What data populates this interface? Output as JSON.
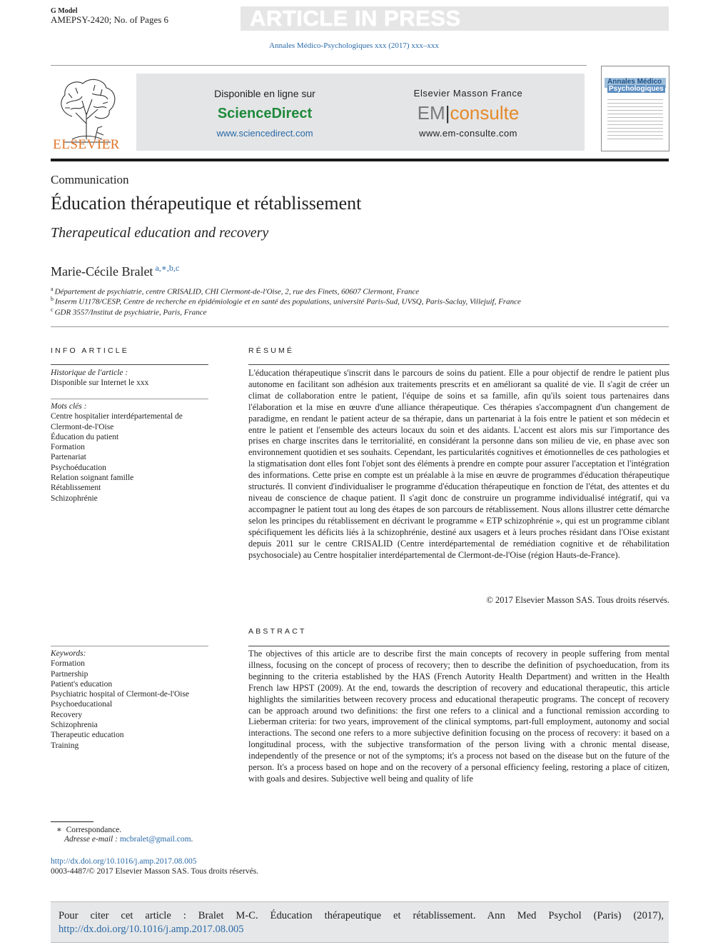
{
  "header": {
    "gmodel": "G Model",
    "code": "AMEPSY-2420; No. of Pages 6",
    "banner": "ARTICLE IN PRESS",
    "journal_line": "Annales Médico-Psychologiques xxx (2017) xxx–xxx"
  },
  "publisher": {
    "elsevier_word": "ELSEVIER",
    "disponible": "Disponible en ligne sur",
    "sciencedirect": "ScienceDirect",
    "sd_url": "www.sciencedirect.com",
    "ems": "Elsevier Masson France",
    "em": "EM",
    "bar": "|",
    "consulte": "consulte",
    "em_url": "www.em-consulte.com",
    "cover_title_1": "Annales Médico",
    "cover_title_2": "Psychologiques"
  },
  "article": {
    "type": "Communication",
    "title_fr": "Éducation thérapeutique et rétablissement",
    "title_en": "Therapeutical education and recovery",
    "author": "Marie-Cécile Bralet",
    "author_sup": "a,∗,b,c",
    "affiliations": [
      {
        "mark": "a",
        "text": "Département de psychiatrie, centre CRISALID, CHI Clermont-de-l'Oise, 2, rue des Finets, 60607 Clermont, France"
      },
      {
        "mark": "b",
        "text": "Inserm U1178/CESP, Centre de recherche en épidémiologie et en santé des populations, université Paris-Sud, UVSQ, Paris-Saclay, Villejuif, France"
      },
      {
        "mark": "c",
        "text": "GDR 3557/Institut de psychiatrie, Paris, France"
      }
    ]
  },
  "info": {
    "heading": "INFO ARTICLE",
    "history_label": "Historique de l'article :",
    "history_value": "Disponible sur Internet le xxx",
    "keywords_label": "Mots clés :",
    "keywords": [
      "Centre hospitalier interdépartemental de",
      "Clermont-de-l'Oise",
      "Éducation du patient",
      "Formation",
      "Partenariat",
      "Psychoéducation",
      "Relation soignant famille",
      "Rétablissement",
      "Schizophrénie"
    ],
    "en_keywords_label": "Keywords:",
    "en_keywords": [
      "Formation",
      "Partnership",
      "Patient's education",
      "Psychiatric hospital of Clermont-de-l'Oise",
      "Psychoeducational",
      "Recovery",
      "Schizophrenia",
      "Therapeutic education",
      "Training"
    ]
  },
  "resume": {
    "heading": "RÉSUMÉ",
    "text": "L'éducation thérapeutique s'inscrit dans le parcours de soins du patient. Elle a pour objectif de rendre le patient plus autonome en facilitant son adhésion aux traitements prescrits et en améliorant sa qualité de vie. Il s'agit de créer un climat de collaboration entre le patient, l'équipe de soins et sa famille, afin qu'ils soient tous partenaires dans l'élaboration et la mise en œuvre d'une alliance thérapeutique. Ces thérapies s'accompagnent d'un changement de paradigme, en rendant le patient acteur de sa thérapie, dans un partenariat à la fois entre le patient et son médecin et entre le patient et l'ensemble des acteurs locaux du soin et des aidants. L'accent est alors mis sur l'importance des prises en charge inscrites dans le territorialité, en considérant la personne dans son milieu de vie, en phase avec son environnement quotidien et ses souhaits. Cependant, les particularités cognitives et émotionnelles de ces pathologies et la stigmatisation dont elles font l'objet sont des éléments à prendre en compte pour assurer l'acceptation et l'intégration des informations. Cette prise en compte est un préalable à la mise en œuvre de programmes d'éducation thérapeutique structurés. Il convient d'individualiser le programme d'éducation thérapeutique en fonction de l'état, des attentes et du niveau de conscience de chaque patient. Il s'agit donc de construire un programme individualisé intégratif, qui va accompagner le patient tout au long des étapes de son parcours de rétablissement. Nous allons illustrer cette démarche selon les principes du rétablissement en décrivant le programme « ETP schizophrénie », qui est un programme ciblant spécifiquement les déficits liés à la schizophrénie, destiné aux usagers et à leurs proches résidant dans l'Oise existant depuis 2011 sur le centre CRISALID (Centre interdépartemental de remédiation cognitive et de réhabilitation psychosociale) au Centre hospitalier interdépartemental de Clermont-de-l'Oise (région Hauts-de-France).",
    "copyright": "© 2017 Elsevier Masson SAS. Tous droits réservés."
  },
  "abstract": {
    "heading": "ABSTRACT",
    "text": "The objectives of this article are to describe first the main concepts of recovery in people suffering from mental illness, focusing on the concept of process of recovery; then to describe the definition of psychoeducation, from its beginning to the criteria established by the HAS (French Autority Health Department) and written in the Health French law HPST (2009). At the end, towards the description of recovery and educational therapeutic, this article highlights the similarities between recovery process and educational therapeutic programs. The concept of recovery can be approach around two definitions: the first one refers to a clinical and a functional remission according to Lieberman criteria: for two years, improvement of the clinical symptoms, part-full employment, autonomy and social interactions. The second one refers to a more subjective definition focusing on the process of recovery: it based on a longitudinal process, with the subjective transformation of the person living with a chronic mental disease, independently of the presence or not of the symptoms; it's a process not based on the disease but on the future of the person. It's a process based on hope and on the recovery of a personal efficiency feeling, restoring a place of citizen, with goals and desires. Subjective well being and quality of life"
  },
  "footnote": {
    "mark": "∗",
    "corr": "Correspondance.",
    "email_label": "Adresse e-mail :",
    "email": "mcbralet@gmail.com",
    "email_end": ".",
    "doi": "http://dx.doi.org/10.1016/j.amp.2017.08.005",
    "issn": "0003-4487/© 2017 Elsevier Masson SAS. Tous droits réservés."
  },
  "citation": {
    "text": "Pour citer cet article : Bralet M-C. Éducation thérapeutique et rétablissement. Ann Med Psychol (Paris) (2017), ",
    "link": "http://dx.doi.org/10.1016/j.amp.2017.08.005"
  }
}
